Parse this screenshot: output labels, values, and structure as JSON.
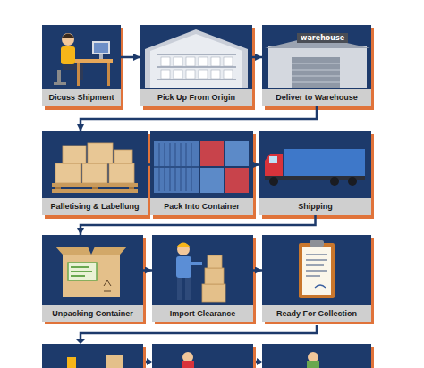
{
  "diagram": {
    "nodes": [
      {
        "text": [
          "Dicuss Shipment"
        ]
      },
      {
        "text": [
          "Pick Up From Origin"
        ]
      },
      {
        "text": [
          "Deliver to Warehouse"
        ]
      },
      {
        "text": [
          "Palletising & Labellung"
        ]
      },
      {
        "text": [
          "Pack Into Container"
        ]
      },
      {
        "text": [
          "Shipping"
        ]
      },
      {
        "text": [
          "Unpacking Container"
        ]
      },
      {
        "text": [
          "Import Clearance"
        ]
      },
      {
        "text": [
          "Ready For Collection"
        ]
      }
    ],
    "edges": [
      {
        "from": 0,
        "to": 1,
        "arrow": "to"
      },
      {
        "from": 1,
        "to": 2,
        "arrow": "to"
      },
      {
        "from": 2,
        "to": 3,
        "arrow": "to"
      },
      {
        "from": 3,
        "to": 4,
        "arrow": "to"
      },
      {
        "from": 4,
        "to": 5,
        "arrow": "to"
      },
      {
        "from": 5,
        "to": 6,
        "arrow": "to"
      },
      {
        "from": 6,
        "to": 7,
        "arrow": "to"
      },
      {
        "from": 7,
        "to": 8,
        "arrow": "to"
      }
    ],
    "labels": [
      "warehouse"
    ]
  }
}
